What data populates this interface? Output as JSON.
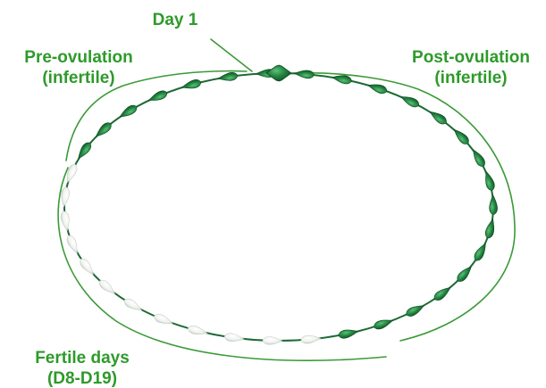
{
  "labels": {
    "day1": "Day 1",
    "pre_line1": "Pre-ovulation",
    "pre_line2": "(infertile)",
    "post_line1": "Post-ovulation",
    "post_line2": "(infertile)",
    "fertile_line1": "Fertile days",
    "fertile_line2": "(D8-D19)"
  },
  "colors": {
    "label_text": "#2e9a2a",
    "bracket": "#3a9a36",
    "infertile_bead": "#1e7a3c",
    "fertile_bead": "#eef2ee"
  },
  "beads": {
    "total": 35,
    "fertile_days": [
      8,
      19
    ]
  }
}
